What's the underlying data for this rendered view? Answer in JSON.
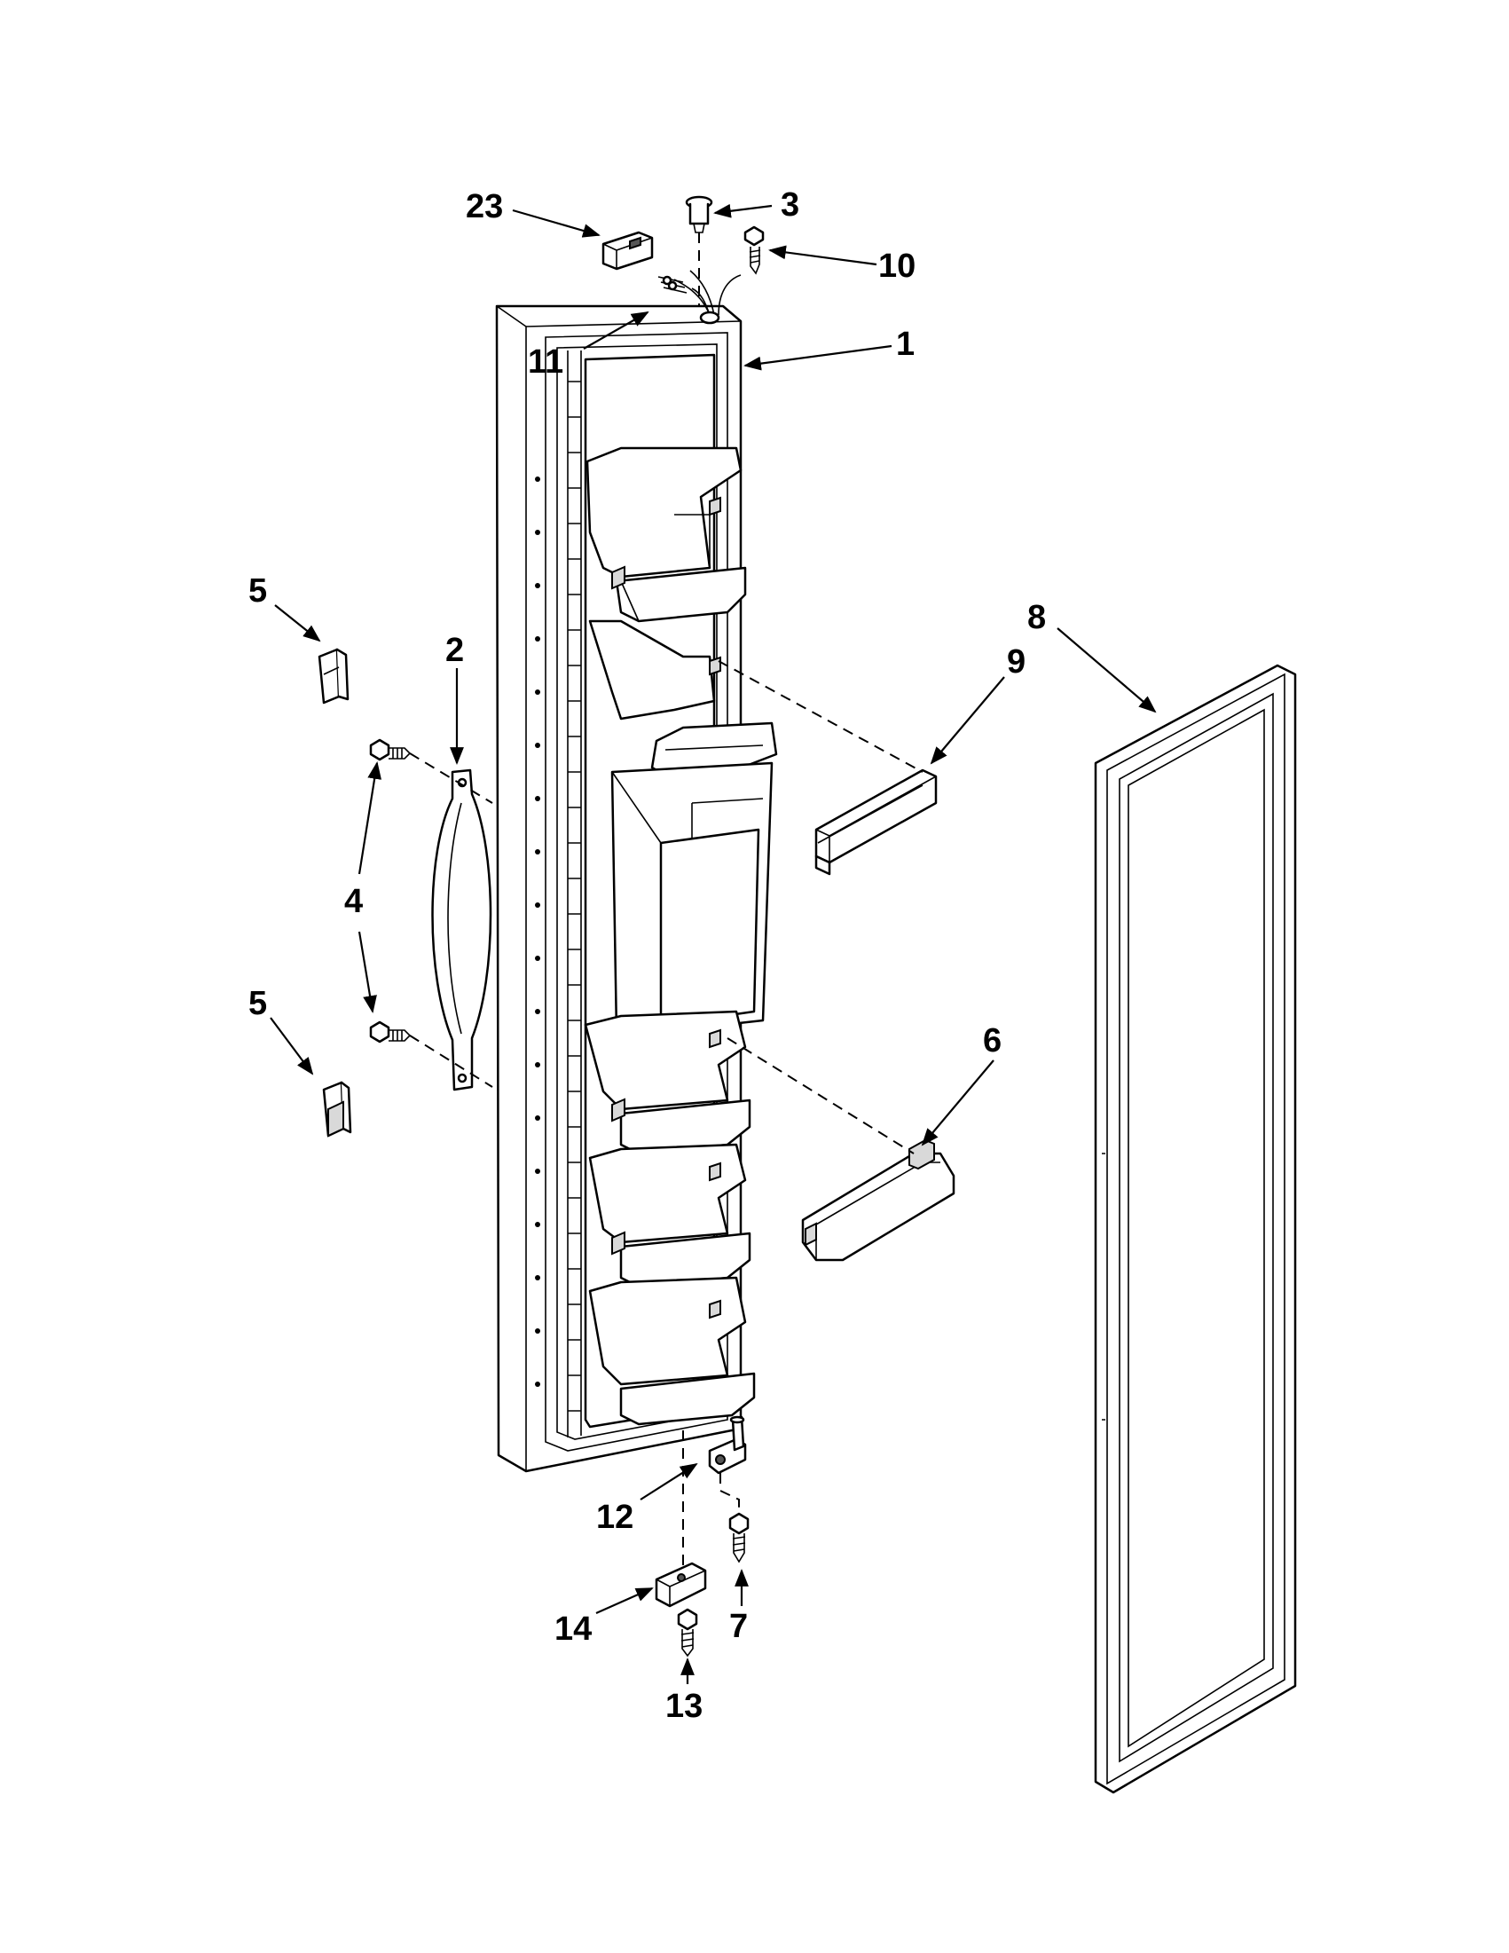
{
  "callouts": [
    {
      "id": "23",
      "label": "23"
    },
    {
      "id": "3",
      "label": "3"
    },
    {
      "id": "10",
      "label": "10"
    },
    {
      "id": "11",
      "label": "11"
    },
    {
      "id": "1",
      "label": "1"
    },
    {
      "id": "5a",
      "label": "5"
    },
    {
      "id": "2",
      "label": "2"
    },
    {
      "id": "4",
      "label": "4"
    },
    {
      "id": "5b",
      "label": "5"
    },
    {
      "id": "8",
      "label": "8"
    },
    {
      "id": "9",
      "label": "9"
    },
    {
      "id": "6",
      "label": "6"
    },
    {
      "id": "12",
      "label": "12"
    },
    {
      "id": "14",
      "label": "14"
    },
    {
      "id": "7",
      "label": "7"
    },
    {
      "id": "13",
      "label": "13"
    }
  ]
}
